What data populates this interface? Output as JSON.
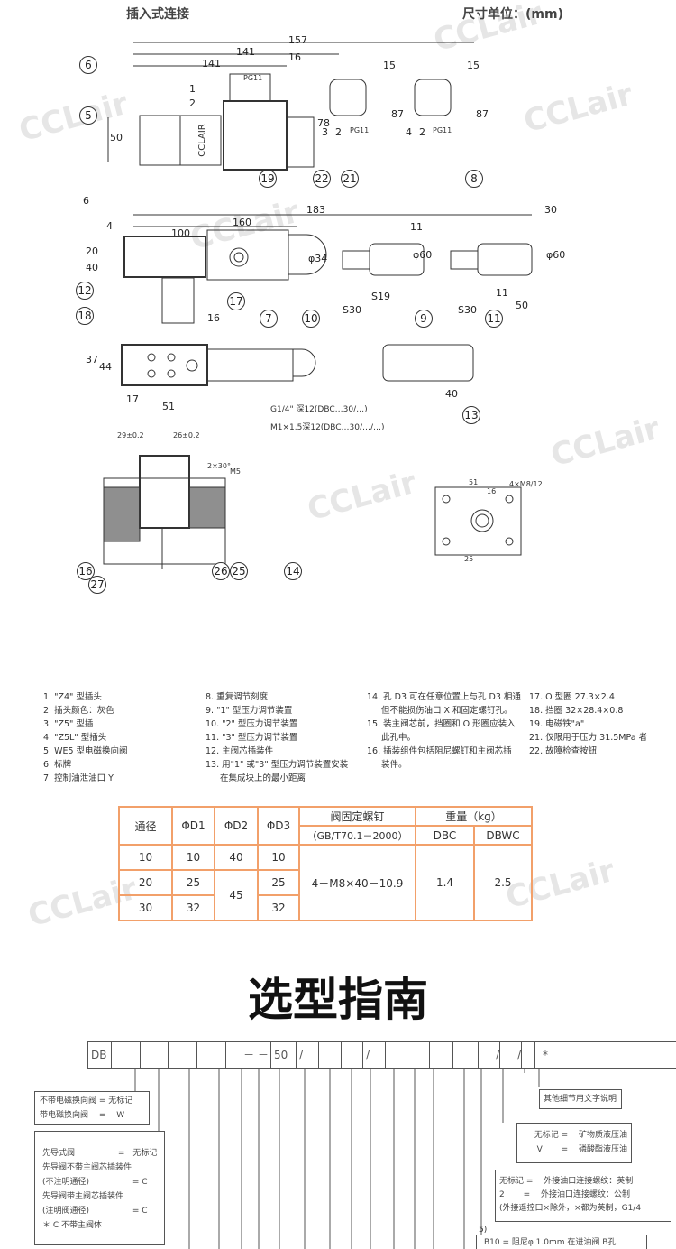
{
  "header": {
    "left": "插入式连接",
    "right": "尺寸单位：(mm)"
  },
  "watermark": "CCLair",
  "drawing": {
    "dims": [
      "157",
      "141",
      "16",
      "15",
      "15",
      "87",
      "87",
      "78",
      "50",
      "183",
      "100",
      "160",
      "30",
      "4",
      "20",
      "40",
      "11",
      "11",
      "50",
      "17",
      "51",
      "40",
      "37",
      "44",
      "φ34",
      "φ60",
      "φ60"
    ],
    "callouts": [
      "6",
      "5",
      "1",
      "2",
      "19",
      "22",
      "21",
      "8",
      "6",
      "12",
      "17",
      "18",
      "16",
      "7",
      "10",
      "9",
      "11",
      "13",
      "16",
      "27",
      "26",
      "25",
      "14",
      "3",
      "2",
      "4",
      "2"
    ],
    "labels": {
      "pg11a": "PG11",
      "pg11b": "PG11",
      "pg11c": "PG11",
      "brand": "CCLAIR",
      "s19": "S19",
      "s30a": "S30",
      "s30b": "S30",
      "g14": "G1/4\" 深12(DBC…30/…)",
      "m1": "M1×1.5深12(DBC…30/…/…)",
      "d2x30": "2×30°",
      "m5": "M5",
      "d29": "29±0.2",
      "d26": "26±0.2",
      "d51": "51",
      "d16": "16",
      "d4m8": "4×M8/12",
      "d25": "25"
    }
  },
  "notes": [
    [
      "1. \"Z4\" 型插头",
      "2. 插头颜色：灰色",
      "3. \"Z5\" 型插",
      "4. \"Z5L\" 型插头",
      "5. WE5 型电磁换向阀",
      "6. 标牌",
      "7. 控制油泄油口 Y"
    ],
    [
      "8. 重复调节刻度",
      "9. \"1\" 型压力调节装置",
      "10. \"2\" 型压力调节装置",
      "11. \"3\" 型压力调节装置",
      "12. 主阀芯插装件",
      "13. 用\"1\" 或\"3\" 型压力调节装置安装",
      "在集成块上的最小距离"
    ],
    [
      "14. 孔 D3 可在任意位置上与孔 D3 相通",
      "但不能损伤油口 X 和固定螺钉孔。",
      "15. 装主阀芯前，挡圈和 O 形圈应装入",
      "此孔中。",
      "16. 插装组件包括阻尼螺钉和主阀芯插",
      "装件。"
    ],
    [
      "17. O 型圈 27.3×2.4",
      "18. 挡圈 32×28.4×0.8",
      "19. 电磁铁\"a\"",
      "21. 仅限用于压力 31.5MPa 者",
      "22. 故障检查按钮"
    ]
  ],
  "table": {
    "headers": {
      "size": "通径",
      "d1": "ΦD1",
      "d2": "ΦD2",
      "d3": "ΦD3",
      "screw": "阀固定螺钉",
      "screw_std": "（GB/T70.1－2000）",
      "weight": "重量（kg）",
      "dbc": "DBC",
      "dbwc": "DBWC"
    },
    "rows": [
      {
        "size": "10",
        "d1": "10",
        "d2": "40",
        "d3": "10"
      },
      {
        "size": "20",
        "d1": "25",
        "d3": "25"
      },
      {
        "size": "30",
        "d1": "32",
        "d3": "32"
      }
    ],
    "d2_merged": "45",
    "screw": "4－M8×40－10.9",
    "dbc": "1.4",
    "dbwc": "2.5"
  },
  "guide": {
    "title": "选型指南",
    "code": {
      "prefix": "DB",
      "dash": "－ －",
      "fifty": "50",
      "slash": "/",
      "star": "*"
    },
    "boxes": {
      "solenoid": [
        "不带电磁换向阀 = 无标记",
        "带电磁换向阀　 =　 W"
      ],
      "pilot": [
        "先导式阀　　　　　 =　无标记",
        "先导阀不带主阀芯插装件",
        "(不注明通径)　　　　　 = C",
        "先导阀带主阀芯插装件",
        "(注明阀通径)　　　　　 = C",
        "＊ C 不带主阀体"
      ],
      "other": "其他细节用文字说明",
      "fluid": [
        "无标记 =　 矿物质液压油",
        "V　　 =　 磷酸酯液压油"
      ],
      "thread": [
        "无标记 =　 外接油口连接螺纹：英制",
        "2　　 =　 外接油口连接螺纹：公制",
        "(外接遥控口×除外，×都为英制，G1/4"
      ],
      "note5": "5)",
      "b10": "B10 = 阻尼φ 1.0mm 在进油阀 B孔"
    }
  }
}
